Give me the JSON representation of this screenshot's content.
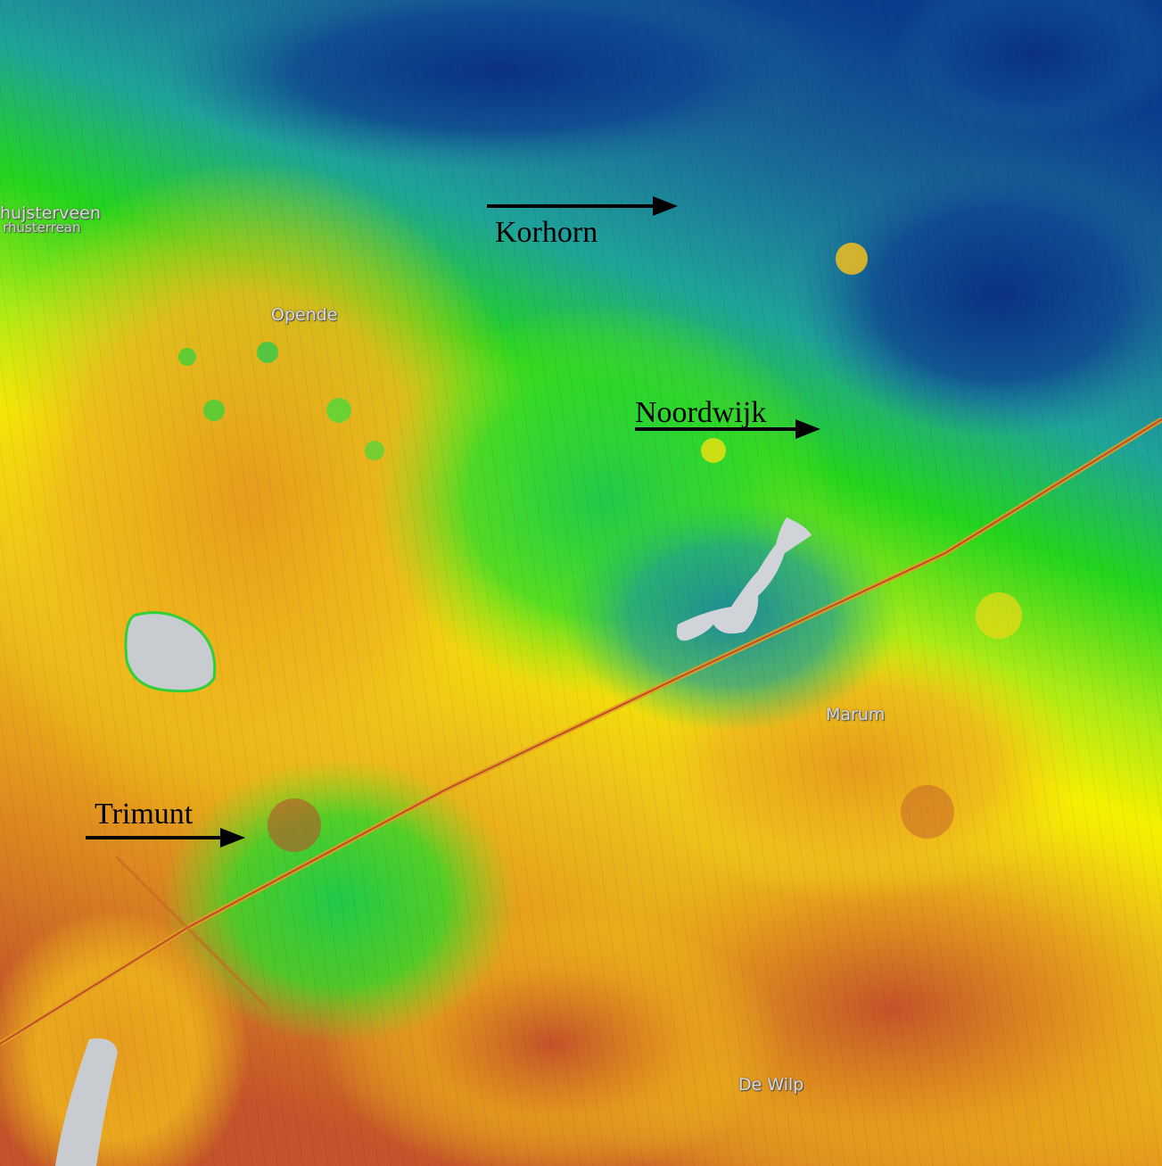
{
  "map": {
    "place_labels": {
      "top_left": "hujsterveen",
      "top_left_sub": "rhusterrean",
      "opende": "Opende",
      "marum": "Marum",
      "de_wilp": "De Wilp"
    },
    "annotations": {
      "korhorn": "Korhorn",
      "noordwijk": "Noordwijk",
      "trimunt": "Trimunt"
    },
    "colors": {
      "low": "#0b3d8c",
      "mid_low": "#1f8fa0",
      "mid": "#22d41e",
      "mid_high": "#f5f000",
      "high": "#e39a1c",
      "highest": "#c4522a",
      "water": "#c8cbd0",
      "arrow": "#000000"
    }
  }
}
